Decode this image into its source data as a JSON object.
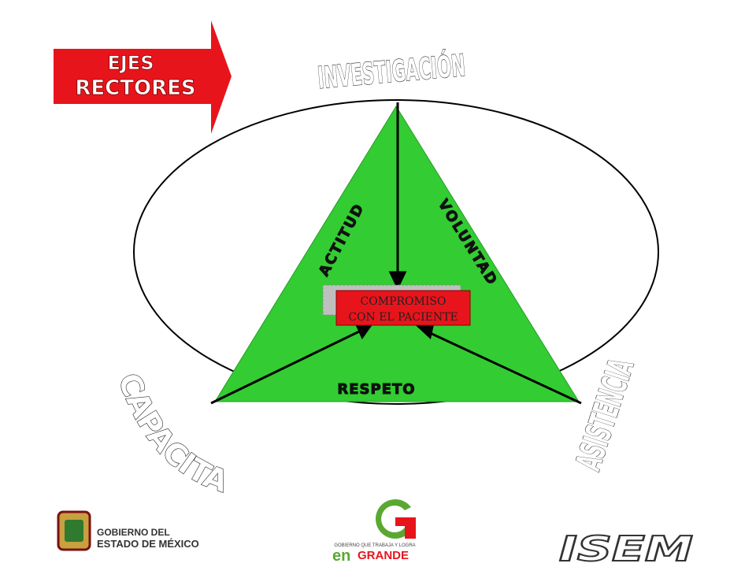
{
  "banner": {
    "line1": "EJES",
    "line2": "RECTORES",
    "color": "#e8141c"
  },
  "axes": {
    "top": "INVESTIGACIÓN",
    "left": "CAPACITACIÓN",
    "right": "ASISTENCIA"
  },
  "triangle": {
    "color": "#33cc33",
    "left_side_label": "ACTITUD",
    "right_side_label": "VOLUNTAD",
    "base_label": "RESPETO"
  },
  "center_box": {
    "line1": "COMPROMISO",
    "line2": "CON EL PACIENTE",
    "color": "#e8141c"
  },
  "logos": {
    "gov_line1": "GOBIERNO DEL",
    "gov_line2": "ESTADO DE MÉXICO",
    "engrande_tagline": "GOBIERNO QUE TRABAJA Y LOGRA",
    "engrande_en": "en",
    "engrande_grande": "GRANDE",
    "isem": "ISEM",
    "engrande_color": "#5aa832",
    "engrande_red": "#e8141c"
  }
}
